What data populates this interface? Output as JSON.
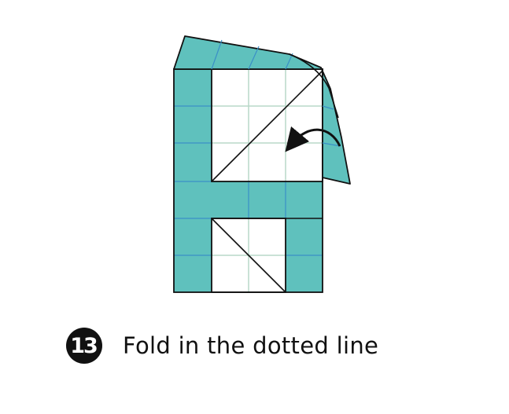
{
  "step": {
    "number": "13",
    "instruction": "Fold in the dotted line"
  },
  "colors": {
    "paper_colored": "#5fc1bd",
    "paper_white": "#ffffff",
    "grid_line_on_white": "#b8d8c8",
    "grid_line_on_colored": "#3a8fc7",
    "outline": "#111111",
    "arrow": "#111111"
  },
  "icons": {
    "fold_arrow": "curved-arrow-left-icon",
    "step_badge": "step-number-badge"
  }
}
